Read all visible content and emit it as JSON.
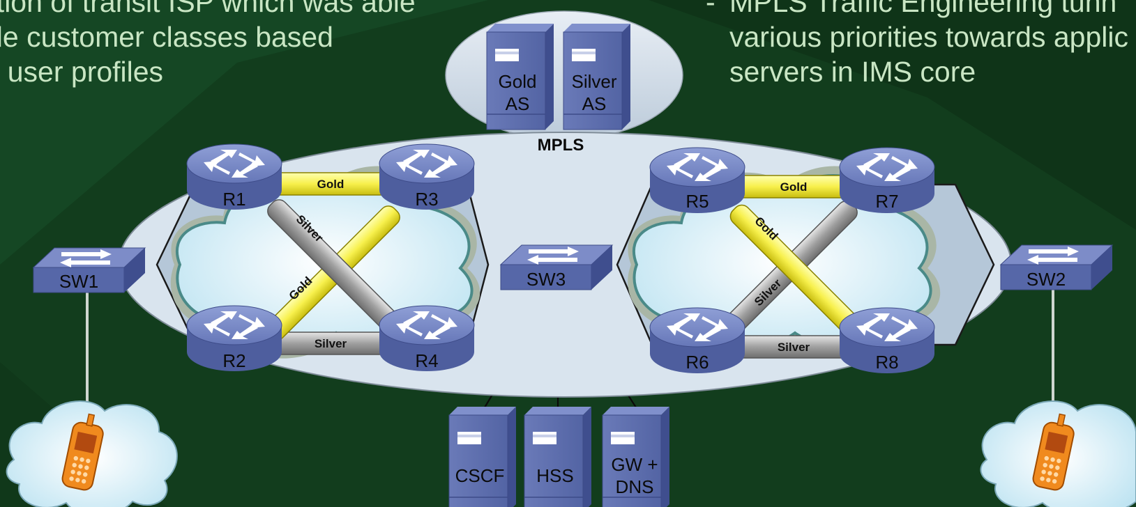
{
  "left_text": {
    "lines": [
      "ation of transit ISP which was able",
      "ide customer classes based",
      "S user profiles"
    ]
  },
  "right_text": {
    "dash": "-",
    "lines": [
      "MPLS Traffic Engineering tunn",
      "various priorities towards applic",
      "servers in IMS core"
    ]
  },
  "network": {
    "mpls_label": "MPLS",
    "routers": [
      "R1",
      "R2",
      "R3",
      "R4",
      "R5",
      "R6",
      "R7",
      "R8"
    ],
    "switches": [
      "SW1",
      "SW2",
      "SW3"
    ],
    "top_servers": [
      "Gold AS",
      "Silver AS"
    ],
    "bottom_servers": [
      "CSCF",
      "HSS",
      "GW + DNS"
    ],
    "tunnels": [
      "Gold",
      "Silver",
      "Gold",
      "Silver",
      "Gold",
      "Gold",
      "Silver",
      "Silver"
    ]
  },
  "colors": {
    "background": "#123d1d",
    "text": "#c9e6c4",
    "gold_tunnel": "#f7f04c",
    "silver_tunnel": "#9a9a9a",
    "device_blue": "#5a6aa8"
  }
}
